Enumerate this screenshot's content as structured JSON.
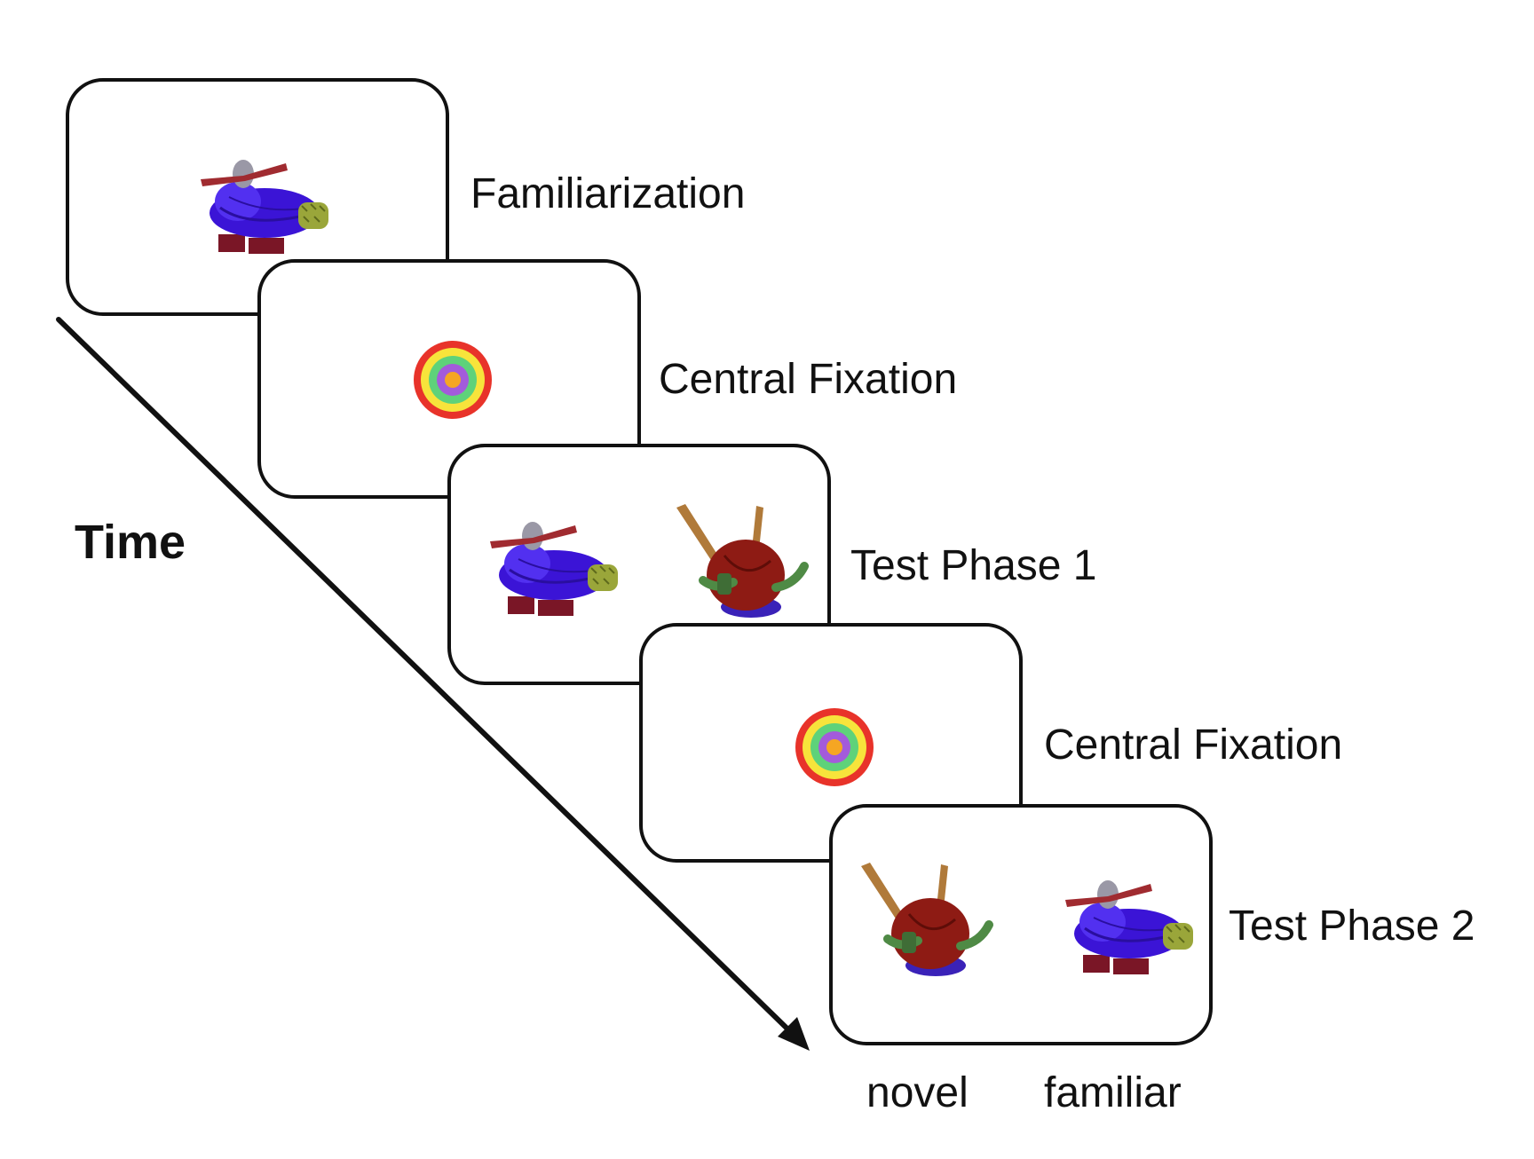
{
  "axis_label": "Time",
  "phases": [
    {
      "label": "Familiarization",
      "stimuli": [
        "plane-object"
      ]
    },
    {
      "label": "Central Fixation",
      "stimuli": [
        "fixation-target"
      ]
    },
    {
      "label": "Test Phase 1",
      "stimuli": [
        "plane-object",
        "horned-object"
      ]
    },
    {
      "label": "Central Fixation",
      "stimuli": [
        "fixation-target"
      ]
    },
    {
      "label": "Test Phase 2",
      "stimuli": [
        "horned-object",
        "plane-object"
      ]
    }
  ],
  "bottom_labels": {
    "left": "novel",
    "right": "familiar"
  },
  "colors": {
    "plane_body": "#3b14d6",
    "plane_tail": "#9aa63a",
    "plane_base": "#7a1626",
    "propeller": "#a02b30",
    "horned_body": "#8e1b14",
    "horn": "#b07a3a",
    "stem": "#4f8a45",
    "disc": "#3a22b8",
    "target_rings": [
      "#e8332a",
      "#f7e43b",
      "#5ed27a",
      "#a35bdb",
      "#f5a623"
    ]
  }
}
